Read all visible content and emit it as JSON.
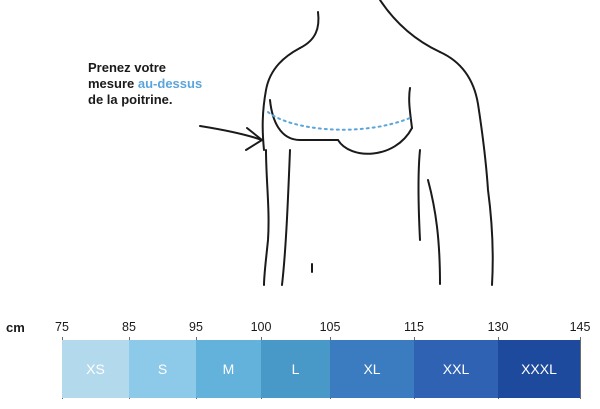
{
  "instruction": {
    "line1": "Prenez votre",
    "line2_before": "mesure ",
    "line2_highlight": "au-dessus",
    "line3": "de la poitrine."
  },
  "scale": {
    "unit": "cm",
    "ticks": [
      "75",
      "85",
      "95",
      "100",
      "105",
      "115",
      "130",
      "145"
    ]
  },
  "sizes": [
    {
      "label": "XS",
      "from": 75,
      "to": 85,
      "color": "#b3d9ec"
    },
    {
      "label": "S",
      "from": 85,
      "to": 95,
      "color": "#8dc9e8"
    },
    {
      "label": "M",
      "from": 95,
      "to": 100,
      "color": "#62b2dc"
    },
    {
      "label": "L",
      "from": 100,
      "to": 105,
      "color": "#4899c7"
    },
    {
      "label": "XL",
      "from": 105,
      "to": 115,
      "color": "#3b7cc0"
    },
    {
      "label": "XXL",
      "from": 115,
      "to": 130,
      "color": "#2f62b2"
    },
    {
      "label": "XXXL",
      "from": 130,
      "to": 145,
      "color": "#1d4a9c"
    }
  ],
  "colors": {
    "highlight": "#5aa6dc",
    "measure_line": "#5aa6dc"
  }
}
